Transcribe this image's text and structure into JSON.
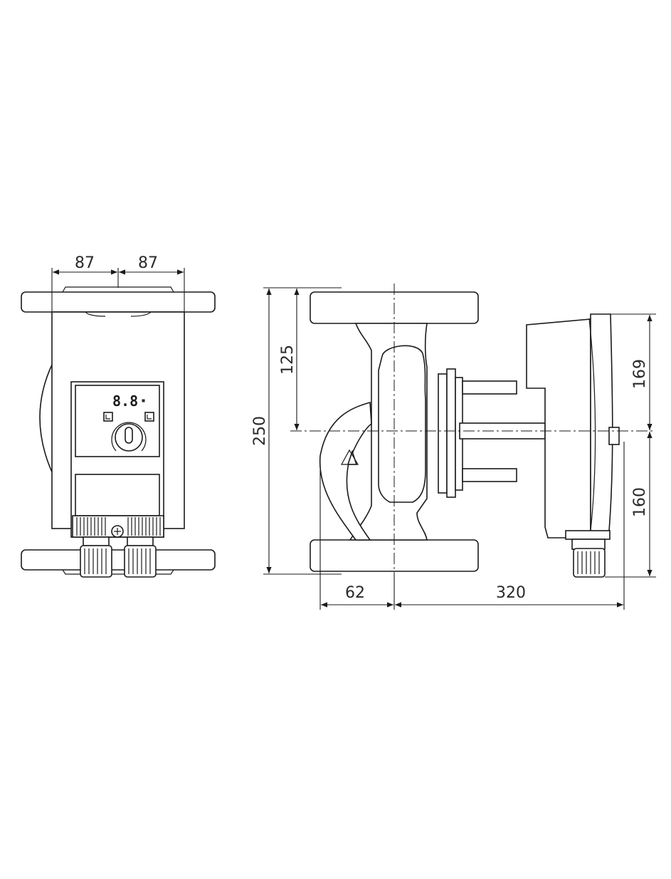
{
  "dimensions": {
    "front_left_half": "87",
    "front_right_half": "87",
    "total_height": "250",
    "upper_height": "125",
    "motor_upper": "169",
    "motor_lower": "160",
    "inlet_offset": "62",
    "overall_length": "320"
  },
  "display": {
    "readout": "8.8"
  }
}
